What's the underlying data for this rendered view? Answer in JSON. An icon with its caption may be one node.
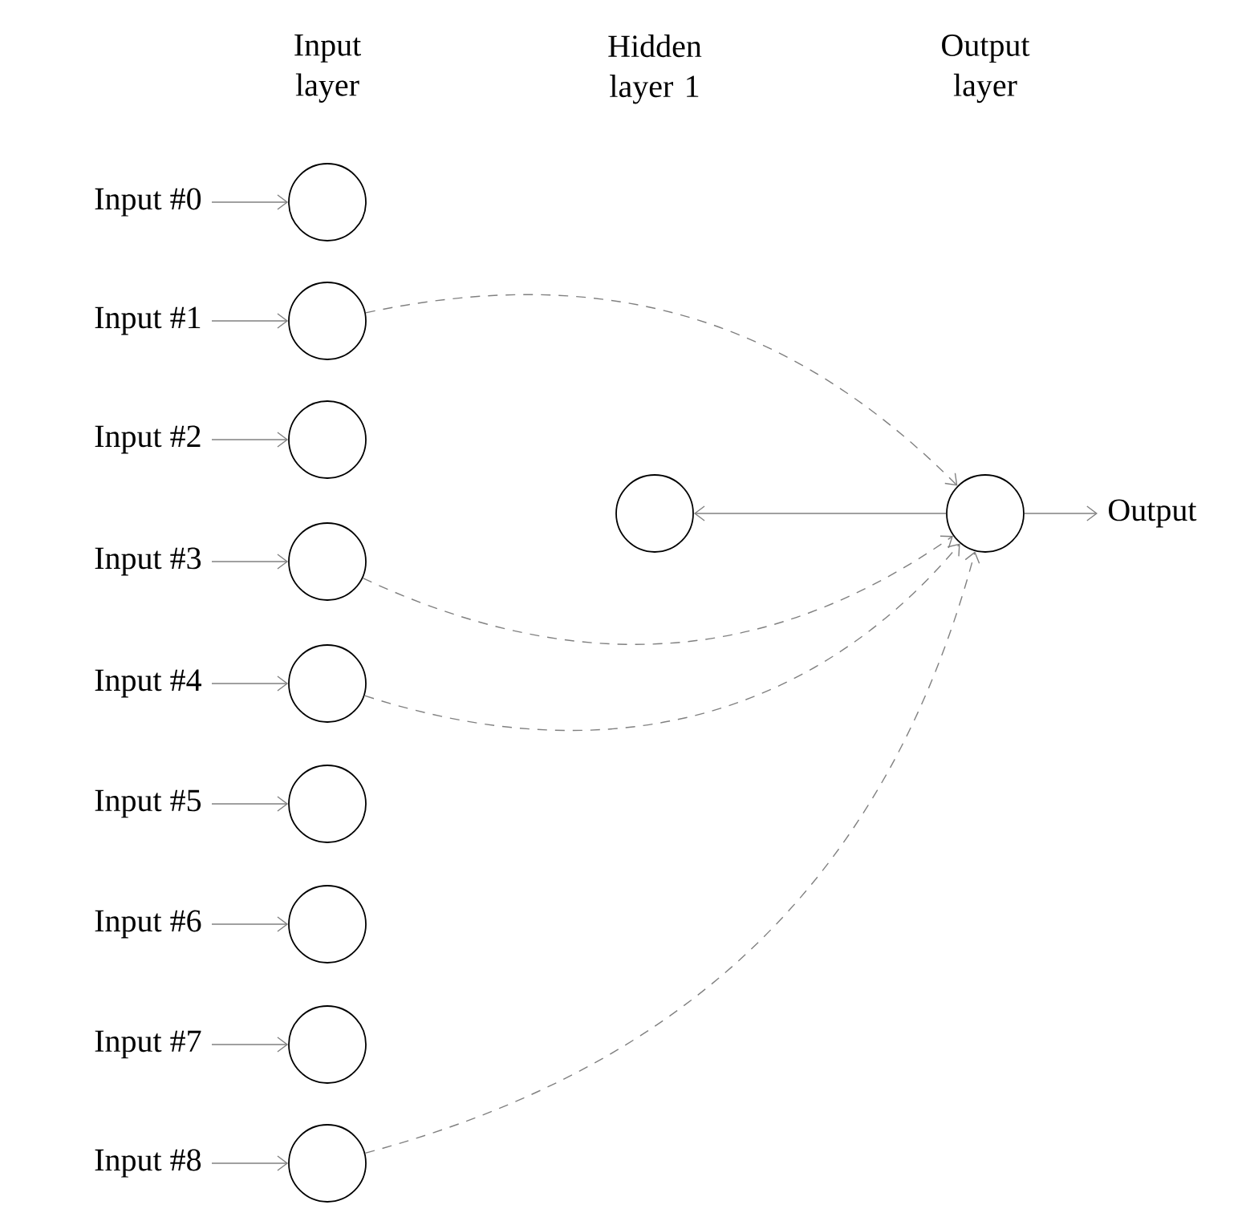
{
  "diagram": {
    "nodes": [
      {
        "text": [
          "Input #0"
        ]
      },
      {
        "text": [
          "Input #1"
        ]
      },
      {
        "text": [
          "Input #2"
        ]
      },
      {
        "text": [
          "Input #3"
        ]
      },
      {
        "text": [
          "Input #4"
        ]
      },
      {
        "text": [
          "Input #5"
        ]
      },
      {
        "text": [
          "Input #6"
        ]
      },
      {
        "text": [
          "Input #7"
        ]
      },
      {
        "text": [
          "Input #8"
        ]
      },
      {
        "text": [],
        "shape": "circle"
      },
      {
        "text": [],
        "shape": "circle"
      },
      {
        "text": [],
        "shape": "circle"
      },
      {
        "text": [],
        "shape": "circle"
      },
      {
        "text": [],
        "shape": "circle"
      },
      {
        "text": [],
        "shape": "circle"
      },
      {
        "text": [],
        "shape": "circle"
      },
      {
        "text": [],
        "shape": "circle"
      },
      {
        "text": [],
        "shape": "circle"
      },
      {
        "text": [],
        "shape": "circle"
      },
      {
        "text": [],
        "shape": "circle"
      },
      {
        "text": [
          "Output"
        ]
      }
    ],
    "edges": [
      {
        "from": 0,
        "to": 9,
        "arrow": "to"
      },
      {
        "from": 1,
        "to": 10,
        "arrow": "to"
      },
      {
        "from": 2,
        "to": 11,
        "arrow": "to"
      },
      {
        "from": 3,
        "to": 12,
        "arrow": "to"
      },
      {
        "from": 4,
        "to": 13,
        "arrow": "to"
      },
      {
        "from": 5,
        "to": 14,
        "arrow": "to"
      },
      {
        "from": 6,
        "to": 15,
        "arrow": "to"
      },
      {
        "from": 7,
        "to": 16,
        "arrow": "to"
      },
      {
        "from": 8,
        "to": 17,
        "arrow": "to"
      },
      {
        "from": 10,
        "to": 19,
        "arrow": "to",
        "style": "dashed"
      },
      {
        "from": 12,
        "to": 19,
        "arrow": "to",
        "style": "dashed"
      },
      {
        "from": 13,
        "to": 19,
        "arrow": "to",
        "style": "dashed"
      },
      {
        "from": 17,
        "to": 19,
        "arrow": "to",
        "style": "dashed"
      },
      {
        "from": 19,
        "to": 18,
        "arrow": "to"
      },
      {
        "from": 19,
        "to": 20,
        "arrow": "to"
      }
    ],
    "labels": [
      "Input layer",
      "Hidden layer 1",
      "Output layer"
    ]
  }
}
